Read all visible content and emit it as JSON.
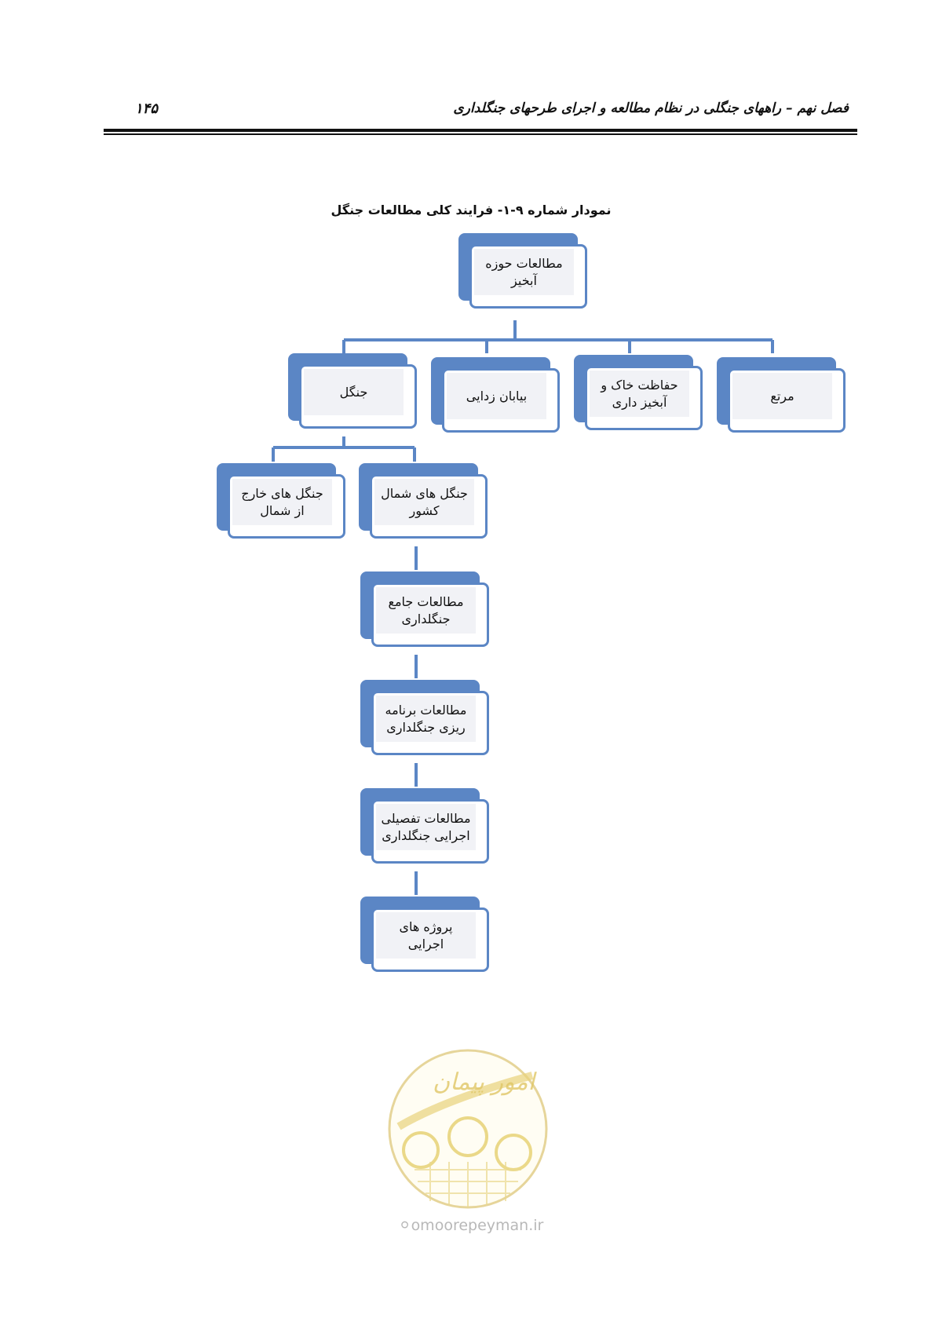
{
  "header": {
    "running_title": "فصل نهم – راههای جنگلی در نظام مطالعه و اجرای طرحهای جنگلداری",
    "page_number": "۱۴۵"
  },
  "figure": {
    "caption": "نمودار شماره ۹-۱- فرایند کلی مطالعات جنگل",
    "nodes": {
      "root": "مطالعات حوزه\nآبخیز",
      "forest": "جنگل",
      "desertification": "بیابان زدایی",
      "soil": "حفاظت خاک و\nآبخیز داری",
      "rangeland": "مرتع",
      "north_forest": "جنگل های شمال\nکشور",
      "outside_north": "جنگل های خارج\nاز شمال",
      "master_studies": "مطالعات جامع\nجنگلداری",
      "planning_studies": "مطالعات برنامه\nریزی جنگلداری",
      "detailed_studies": "مطالعات تفصیلی\nاجرایی جنگلداری",
      "projects": "پروژه های\nاجرایی"
    },
    "colors": {
      "box_border": "#5b86c5",
      "box_fill": "#f1f2f6",
      "connector": "#5b86c5"
    }
  },
  "footer": {
    "logo_text": "امور پیمان",
    "website": "omoorepeyman.ir"
  }
}
